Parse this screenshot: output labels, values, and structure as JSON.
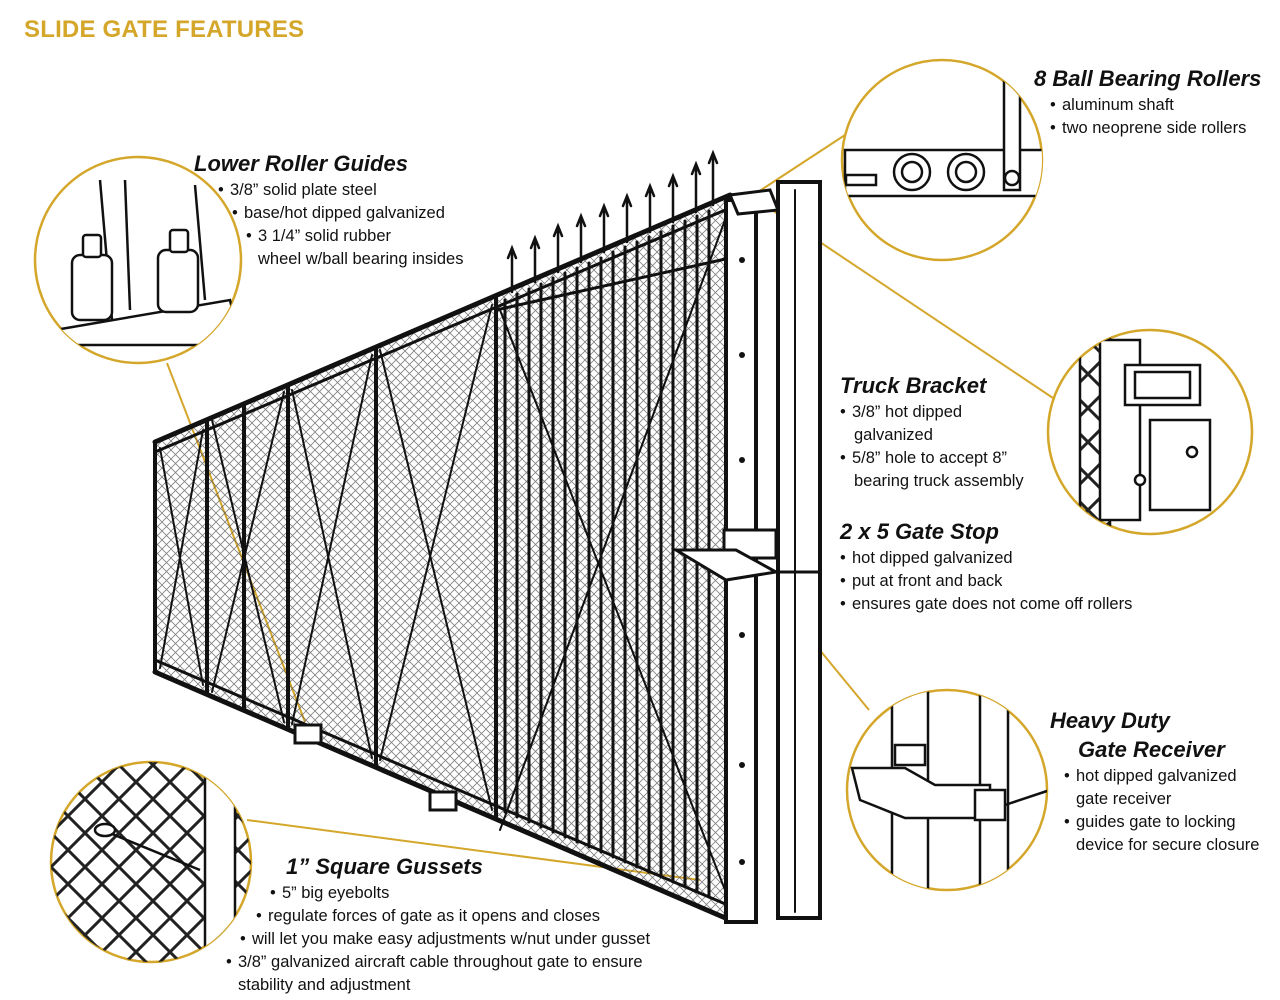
{
  "title": "SLIDE GATE FEATURES",
  "colors": {
    "accent": "#d4a62a",
    "ink": "#111111"
  },
  "callouts": {
    "ball_bearing": {
      "heading": "8 Ball Bearing Rollers",
      "bullets": [
        "aluminum shaft",
        "two neoprene side rollers"
      ]
    },
    "lower_roller": {
      "heading": "Lower Roller Guides",
      "bullets": [
        "3/8” solid plate steel",
        "base/hot dipped galvanized",
        "3 1/4” solid rubber"
      ],
      "continuation": "wheel  w/ball bearing insides"
    },
    "truck_bracket": {
      "heading": "Truck Bracket",
      "bullets": [
        "3/8” hot dipped",
        "5/8” hole to accept 8”"
      ],
      "continuations": [
        "galvanized",
        "bearing truck assembly"
      ]
    },
    "gate_stop": {
      "heading": "2 x 5 Gate Stop",
      "bullets": [
        "hot dipped galvanized",
        "put at front and back",
        "ensures gate does not come off rollers"
      ]
    },
    "receiver": {
      "heading_line1": "Heavy Duty",
      "heading_line2": "Gate Receiver",
      "bullets": [
        "hot dipped galvanized",
        "guides gate to locking"
      ],
      "continuations": [
        "gate receiver",
        "device for secure closure"
      ]
    },
    "gussets": {
      "heading": "1” Square Gussets",
      "bullets": [
        "5” big eyebolts",
        "regulate forces of gate as it opens and closes",
        "will let you make easy adjustments w/nut under gusset",
        "3/8” galvanized aircraft cable throughout gate to ensure"
      ],
      "continuation": "stability and adjustment"
    }
  }
}
